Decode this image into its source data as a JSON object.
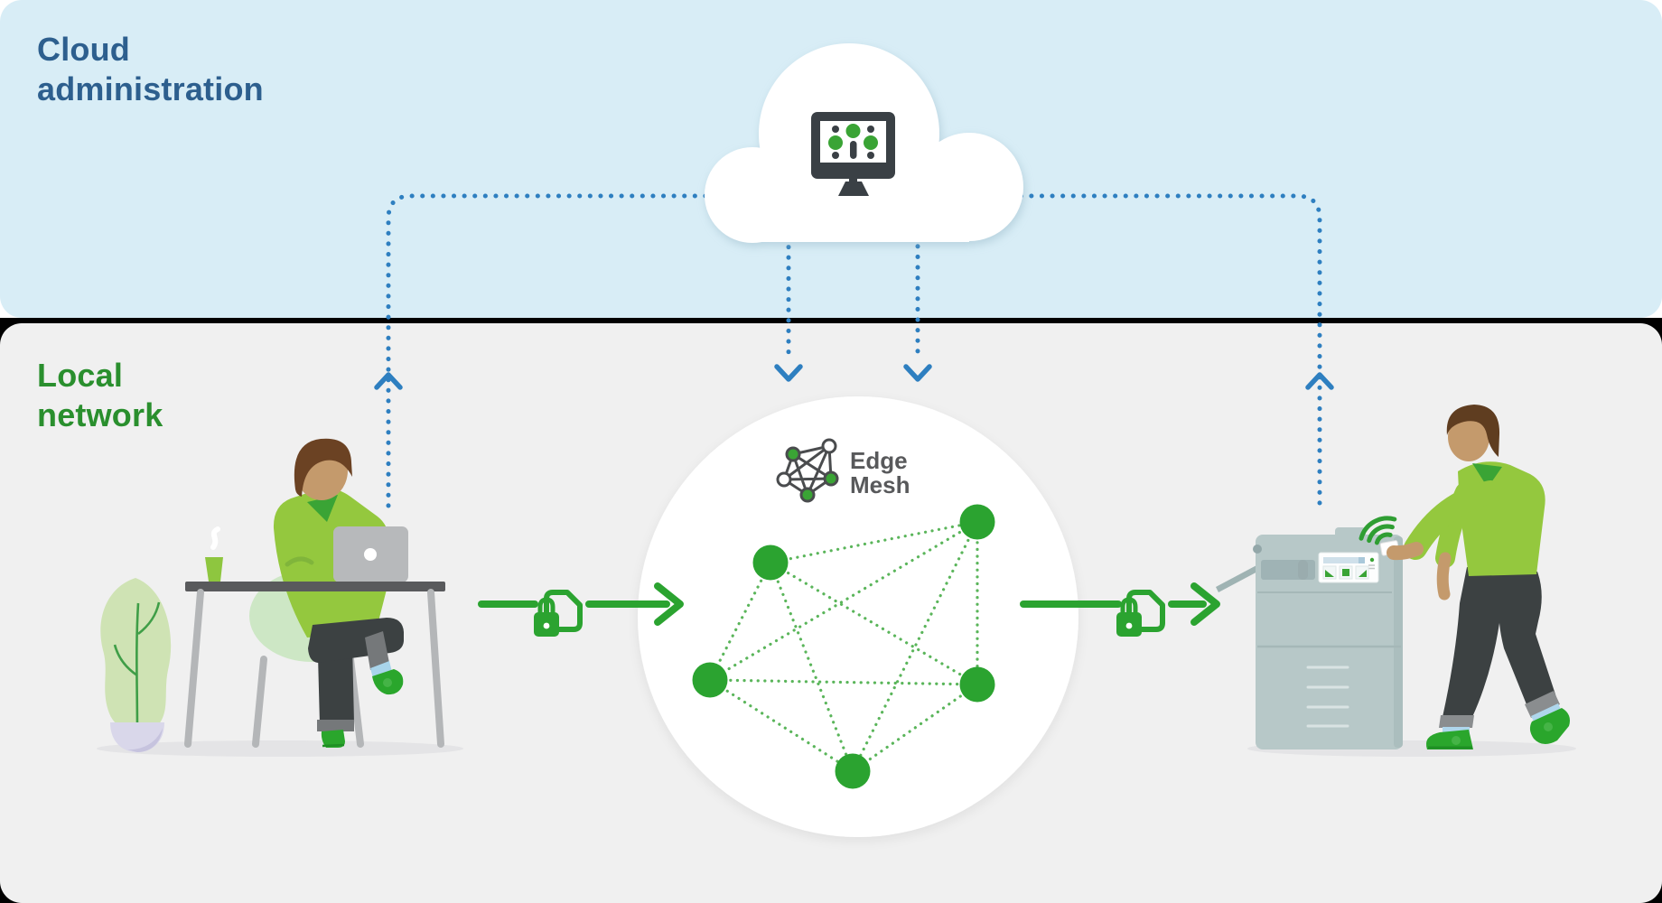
{
  "page": {
    "kind": "secure-print-mesh-infographic"
  },
  "sections": {
    "cloud": {
      "title": "Cloud\nadministration",
      "title_color": "#2d5f8e",
      "bg": "#d8edf6"
    },
    "local": {
      "title": "Local\nnetwork",
      "title_color": "#2a8f2e",
      "bg": "#f0f0f0"
    }
  },
  "mesh_logo": {
    "line1": "Edge",
    "line2": "Mesh"
  },
  "mesh_network": {
    "node_count": 5,
    "fully_connected": true,
    "edge_style": "dotted"
  },
  "icons": {
    "cloud_icon": "☁",
    "admin_monitor_icon": "🖥",
    "sliders_icon": "⚙",
    "document_icon": "📄",
    "padlock_icon": "🔒",
    "nfc_waves_icon": "📶",
    "laptop_icon": "💻",
    "printer_icon": "🖨",
    "arrow_right_icon": "→",
    "arrow_up_icon": "↑",
    "arrow_down_icon": "↓"
  },
  "colors": {
    "divider": "#010101",
    "dotted_flow_blue": "#2e7fc0",
    "accent_green": "#2ba330",
    "mesh_edge_green": "#5ab55a",
    "dark_icon": "#3a4045",
    "logo_dark": "#4a4c4e",
    "sweater_green": "#94c83e",
    "pants_dark": "#3c4142",
    "printer_body": "#b7c8c8",
    "skin": "#c49a6c"
  }
}
